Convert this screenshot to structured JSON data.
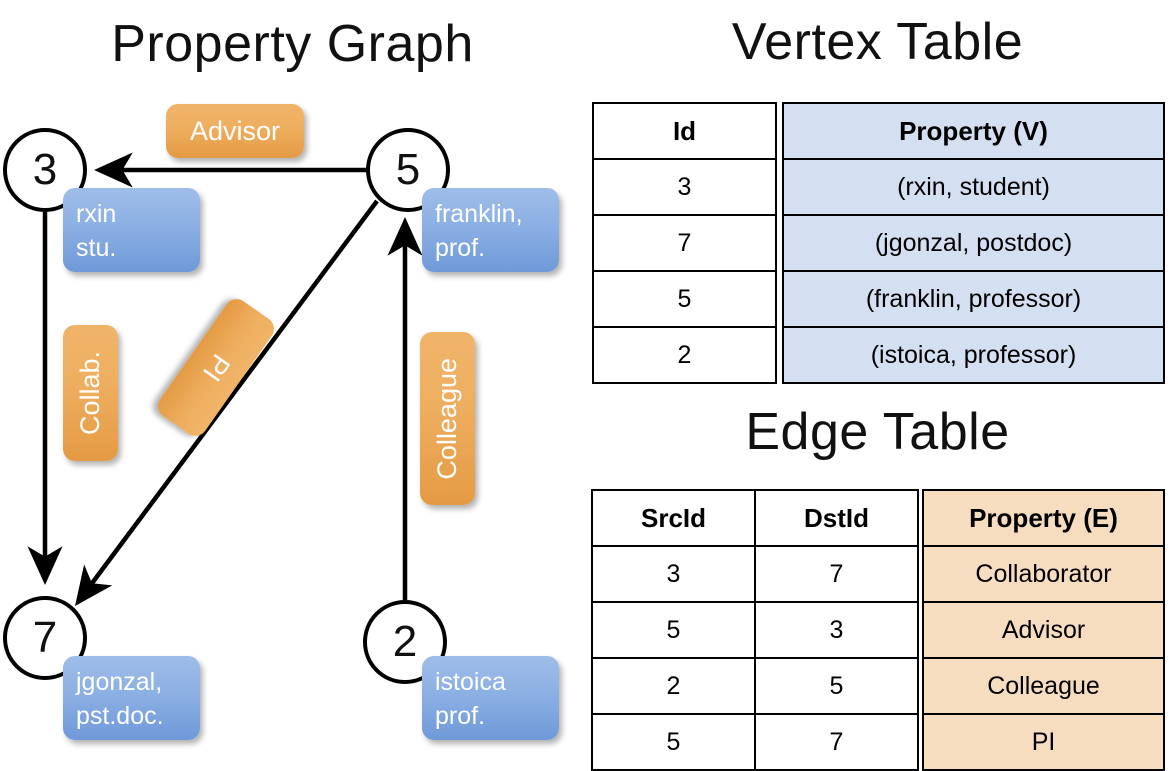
{
  "titles": {
    "property_graph": "Property Graph",
    "vertex_table": "Vertex Table",
    "edge_table": "Edge Table"
  },
  "graph": {
    "nodes": [
      {
        "id": "3",
        "property": "rxin\nstu."
      },
      {
        "id": "5",
        "property": "franklin,\nprof."
      },
      {
        "id": "7",
        "property": "jgonzal,\npst.doc."
      },
      {
        "id": "2",
        "property": "istoica\nprof."
      }
    ],
    "node_labels": {
      "n3": "3",
      "n5": "5",
      "n7": "7",
      "n2": "2"
    },
    "property_boxes": {
      "rxin_line1": "rxin",
      "rxin_line2": "stu.",
      "franklin_line1": "franklin,",
      "franklin_line2": "prof.",
      "jgonzal_line1": "jgonzal,",
      "jgonzal_line2": "pst.doc.",
      "istoica_line1": "istoica",
      "istoica_line2": "prof."
    },
    "edge_labels": {
      "advisor": "Advisor",
      "collab": "Collab.",
      "pi": "PI",
      "colleague": "Colleague"
    },
    "edges": [
      {
        "src": "5",
        "dst": "3",
        "label": "Advisor"
      },
      {
        "src": "3",
        "dst": "7",
        "label": "Collab."
      },
      {
        "src": "5",
        "dst": "7",
        "label": "PI"
      },
      {
        "src": "2",
        "dst": "5",
        "label": "Colleague"
      }
    ]
  },
  "vertex_table": {
    "headers": {
      "id": "Id",
      "property": "Property (V)"
    },
    "rows": [
      {
        "id": "3",
        "property": "(rxin, student)"
      },
      {
        "id": "7",
        "property": "(jgonzal, postdoc)"
      },
      {
        "id": "5",
        "property": "(franklin, professor)"
      },
      {
        "id": "2",
        "property": "(istoica, professor)"
      }
    ]
  },
  "edge_table": {
    "headers": {
      "src": "SrcId",
      "dst": "DstId",
      "property": "Property (E)"
    },
    "rows": [
      {
        "src": "3",
        "dst": "7",
        "property": "Collaborator"
      },
      {
        "src": "5",
        "dst": "3",
        "property": "Advisor"
      },
      {
        "src": "2",
        "dst": "5",
        "property": "Colleague"
      },
      {
        "src": "5",
        "dst": "7",
        "property": "PI"
      }
    ]
  },
  "colors": {
    "vertex_cell": "#d4e0f2",
    "edge_cell": "#f7ddc0",
    "vertex_box": "#8cb0e4",
    "edge_box": "#eeae5f",
    "stroke": "#000000"
  }
}
